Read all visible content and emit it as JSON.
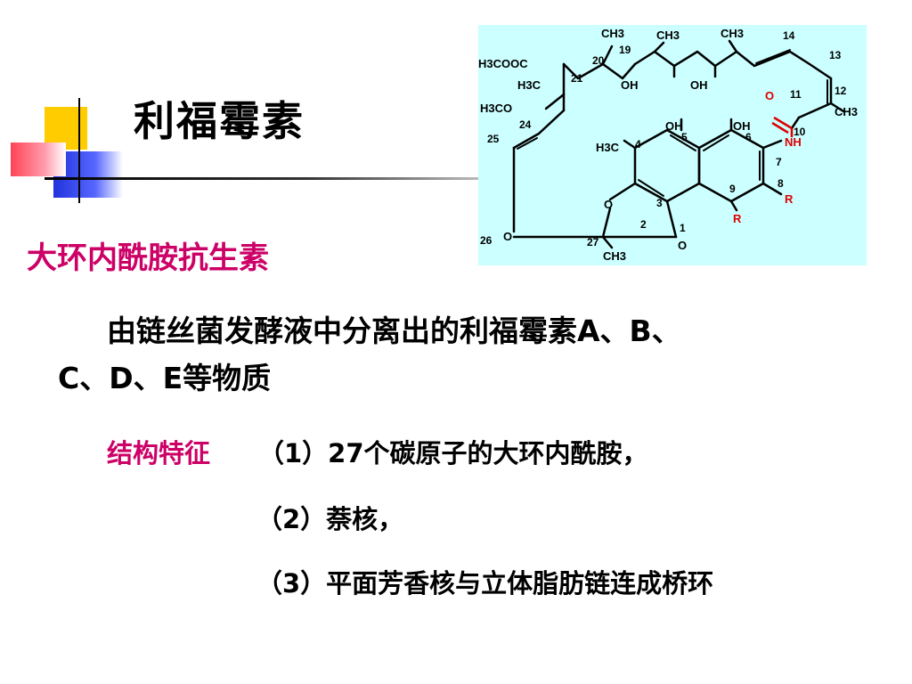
{
  "slide": {
    "title": "利福霉素",
    "subtitle": "大环内酰胺抗生素",
    "description_line1": "由链丝菌发酵液中分离出的利福霉素A、B、",
    "description_line2": "C、D、E等物质",
    "features": {
      "label": "结构特征",
      "item1": "（1）27个碳原子的大环内酰胺，",
      "item2": "（2）萘核，",
      "item3": "（3）平面芳香核与立体脂肪链连成桥环"
    }
  },
  "structure_labels": {
    "methyl_top1": "CH3",
    "methyl_top2": "CH3",
    "methyl_top3": "CH3",
    "acetoxy": "H3COOC",
    "methyl_c21": "H3C",
    "methoxy": "H3CO",
    "oh19": "OH",
    "oh_chain2": "OH",
    "oh_ring5": "OH",
    "oh_ring6": "OH",
    "carbonyl_o": "O",
    "amide_nh": "NH",
    "methyl_c12": "CH3",
    "methyl_ring": "H3C",
    "ring_o3": "O",
    "o26": "O",
    "o1": "O",
    "methyl_c27": "CH3",
    "r8": "R",
    "r9": "R",
    "n14": "14",
    "n13": "13",
    "n12": "12",
    "n11": "11",
    "n10": "10",
    "n19": "19",
    "n20": "20",
    "n21": "21",
    "n24": "24",
    "n25": "25",
    "n26": "26",
    "n27": "27",
    "n4": "4",
    "n5": "5",
    "n6": "6",
    "n7": "7",
    "n8": "8",
    "n9": "9",
    "n3": "3",
    "n2": "2",
    "n1": "1"
  },
  "colors": {
    "accent_text": "#cc0066",
    "structure_bg": "#ccffff",
    "heteroatom_red": "#dd0000"
  }
}
